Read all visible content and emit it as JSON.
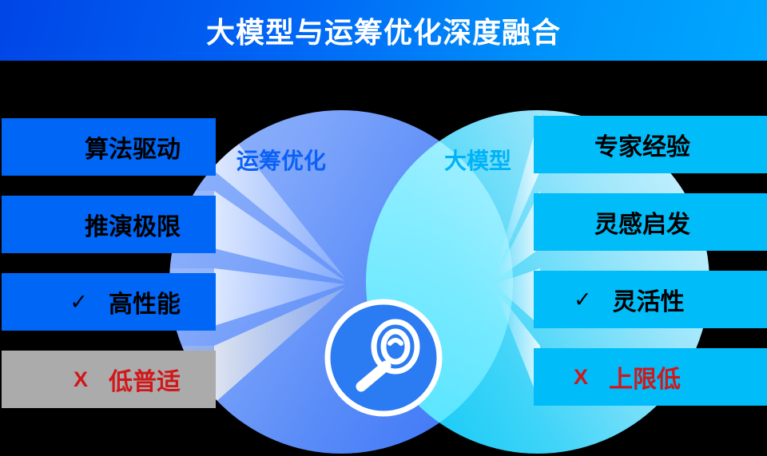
{
  "header": {
    "title": "大模型与运筹优化深度融合",
    "gradient_from": "#0045E6",
    "gradient_to": "#00A8FF"
  },
  "diagram": {
    "left_group": {
      "label": "运筹优化",
      "label_color": "#0B61F5",
      "circle_color": "#5A8CF8",
      "bar_color": "#0066F5",
      "items": [
        {
          "mark": "",
          "text": "算法驱动",
          "tone": "positive"
        },
        {
          "mark": "",
          "text": "推演极限",
          "tone": "positive"
        },
        {
          "mark": "✓",
          "text": "高性能",
          "tone": "positive"
        },
        {
          "mark": "X",
          "text": "低普适",
          "tone": "negative"
        }
      ]
    },
    "right_group": {
      "label": "大模型",
      "label_color": "#00B3F8",
      "circle_color": "#3FD4F8",
      "bar_color": "#00BCF8",
      "items": [
        {
          "mark": "",
          "text": "专家经验",
          "tone": "positive"
        },
        {
          "mark": "",
          "text": "灵感启发",
          "tone": "positive"
        },
        {
          "mark": "✓",
          "text": "灵活性",
          "tone": "positive"
        },
        {
          "mark": "X",
          "text": "上限低",
          "tone": "negative"
        }
      ]
    },
    "center": {
      "icon": "magnifier-icon",
      "badge_color": "#2B7BF3",
      "ring_color": "#FFFFFF"
    },
    "negative_color": "#D2171A",
    "muted_bar_color": "#ABABAB"
  }
}
